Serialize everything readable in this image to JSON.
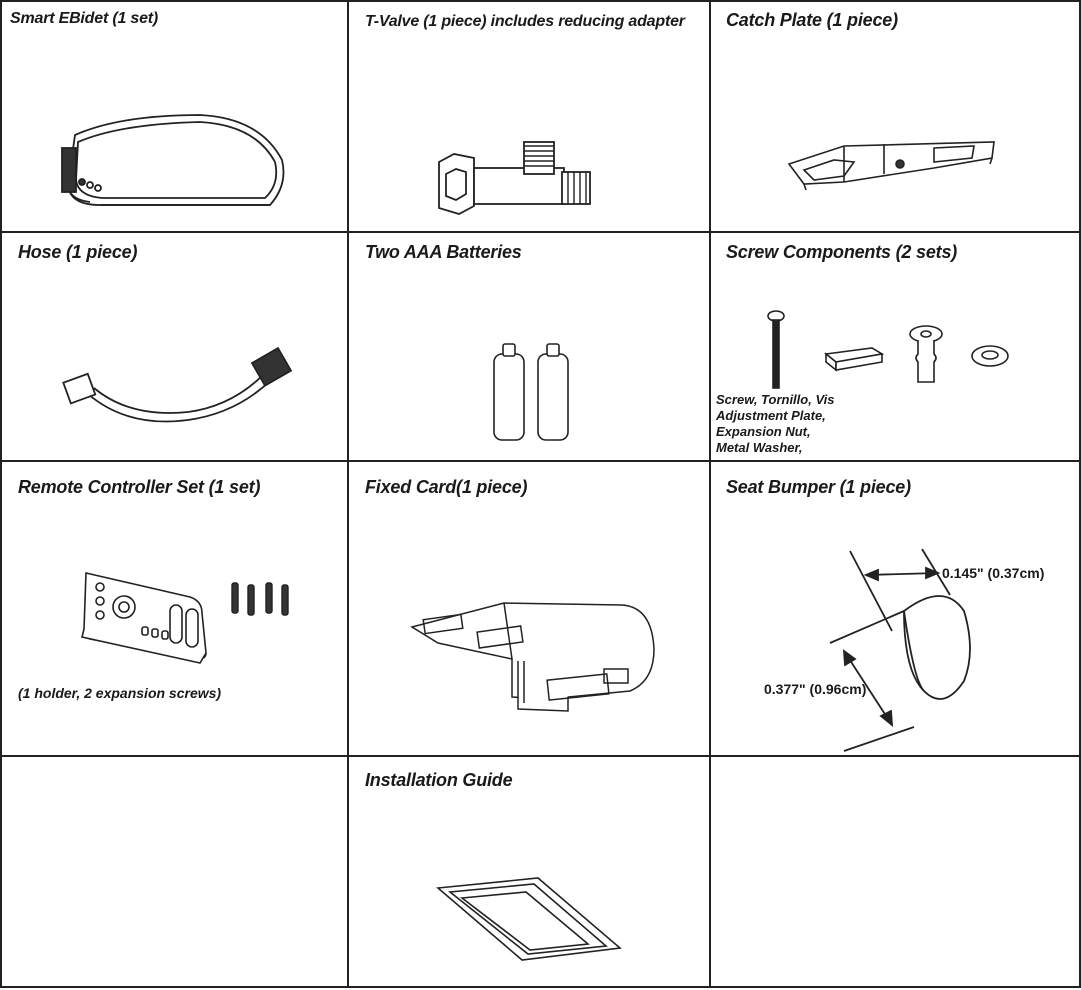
{
  "cells": {
    "ebidet": {
      "title": "Smart EBidet (1 set)"
    },
    "tvalve": {
      "title": "T-Valve (1 piece) includes reducing adapter"
    },
    "catch_plate": {
      "title": "Catch Plate (1 piece)"
    },
    "hose": {
      "title": "Hose (1 piece)"
    },
    "batteries": {
      "title": "Two AAA Batteries"
    },
    "screws": {
      "title": "Screw Components (2 sets)",
      "notes": [
        "Screw, Tornillo, Vis",
        "Adjustment Plate,",
        "Expansion Nut,",
        "Metal Washer,"
      ]
    },
    "remote": {
      "title": "Remote Controller Set (1 set)",
      "note": "(1 holder, 2 expansion screws)"
    },
    "fixed_card": {
      "title": "Fixed Card(1 piece)"
    },
    "bumper": {
      "title": "Seat Bumper (1 piece)",
      "dim_width": "0.145\" (0.37cm)",
      "dim_height": "0.377\" (0.96cm)"
    },
    "guide": {
      "title": "Installation Guide"
    }
  },
  "icons": [
    "bidet-seat-icon",
    "t-valve-icon",
    "catch-plate-icon",
    "hose-icon",
    "battery-icon",
    "screw-icon",
    "adjustment-plate-icon",
    "expansion-nut-icon",
    "metal-washer-icon",
    "remote-controller-icon",
    "expansion-screw-icon",
    "fixed-card-icon",
    "seat-bumper-icon",
    "installation-guide-icon"
  ]
}
